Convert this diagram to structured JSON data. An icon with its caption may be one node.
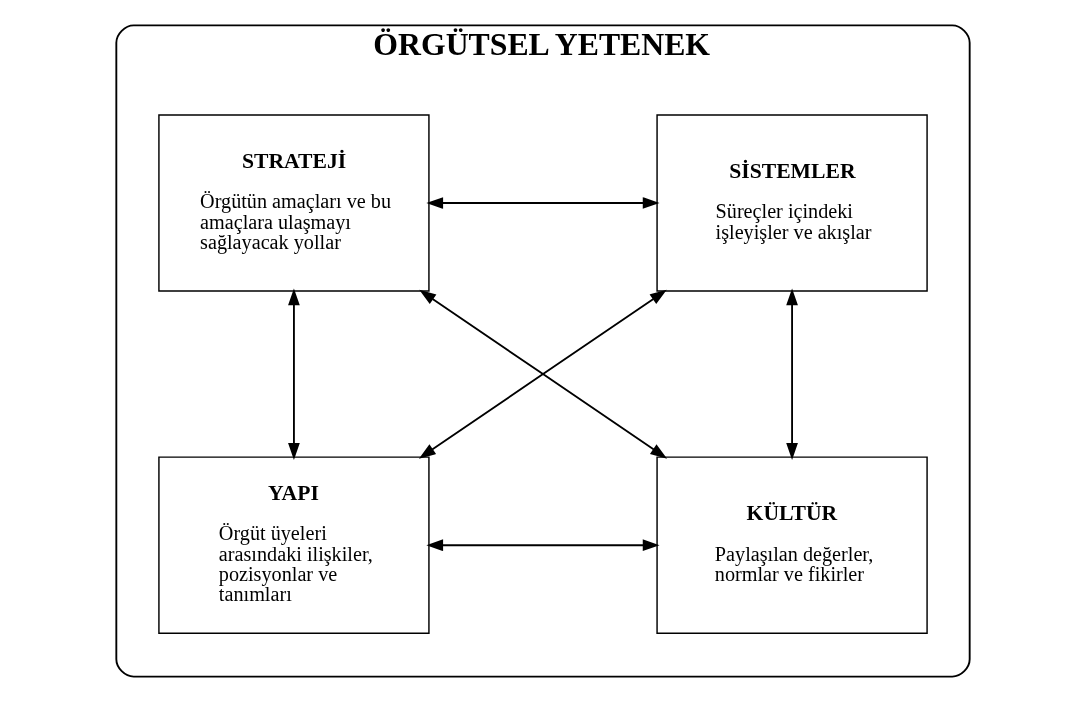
{
  "diagram": {
    "nodes": [
      {
        "text": [
          "ÖRGÜTSEL YETENEK"
        ]
      },
      {
        "text": [
          "STRATEJİ",
          "Örgütün amaçları ve bu amaçlara ulaşmayı sağlayacak yollar"
        ],
        "in": 0
      },
      {
        "text": [
          "SİSTEMLER",
          "Süreçler içindeki işleyişler ve akışlar"
        ],
        "in": 0
      },
      {
        "text": [
          "YAPI",
          "Örgüt üyeleri arasındaki ilişkiler, pozisyonlar ve tanımları"
        ],
        "in": 0
      },
      {
        "text": [
          "KÜLTÜR",
          "Paylaşılan değerler, normlar ve fikirler"
        ],
        "in": 0
      }
    ],
    "edges": [
      {
        "from": 1,
        "to": 2,
        "arrow": "both"
      },
      {
        "from": 1,
        "to": 3,
        "arrow": "both"
      },
      {
        "from": 1,
        "to": 4,
        "arrow": "both"
      },
      {
        "from": 3,
        "to": 2,
        "arrow": "both"
      },
      {
        "from": 2,
        "to": 4,
        "arrow": "both"
      },
      {
        "from": 3,
        "to": 4,
        "arrow": "both"
      }
    ]
  }
}
